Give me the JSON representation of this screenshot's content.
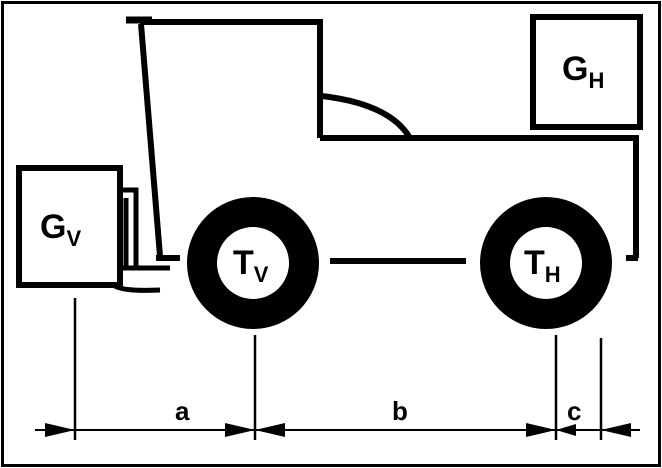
{
  "labels": {
    "gv_main": "G",
    "gv_sub": "V",
    "gh_main": "G",
    "gh_sub": "H",
    "tv_main": "T",
    "tv_sub": "V",
    "th_main": "T",
    "th_sub": "H",
    "dim_a": "a",
    "dim_b": "b",
    "dim_c": "c"
  },
  "colors": {
    "ink": "#000000",
    "paper": "#ffffff"
  }
}
